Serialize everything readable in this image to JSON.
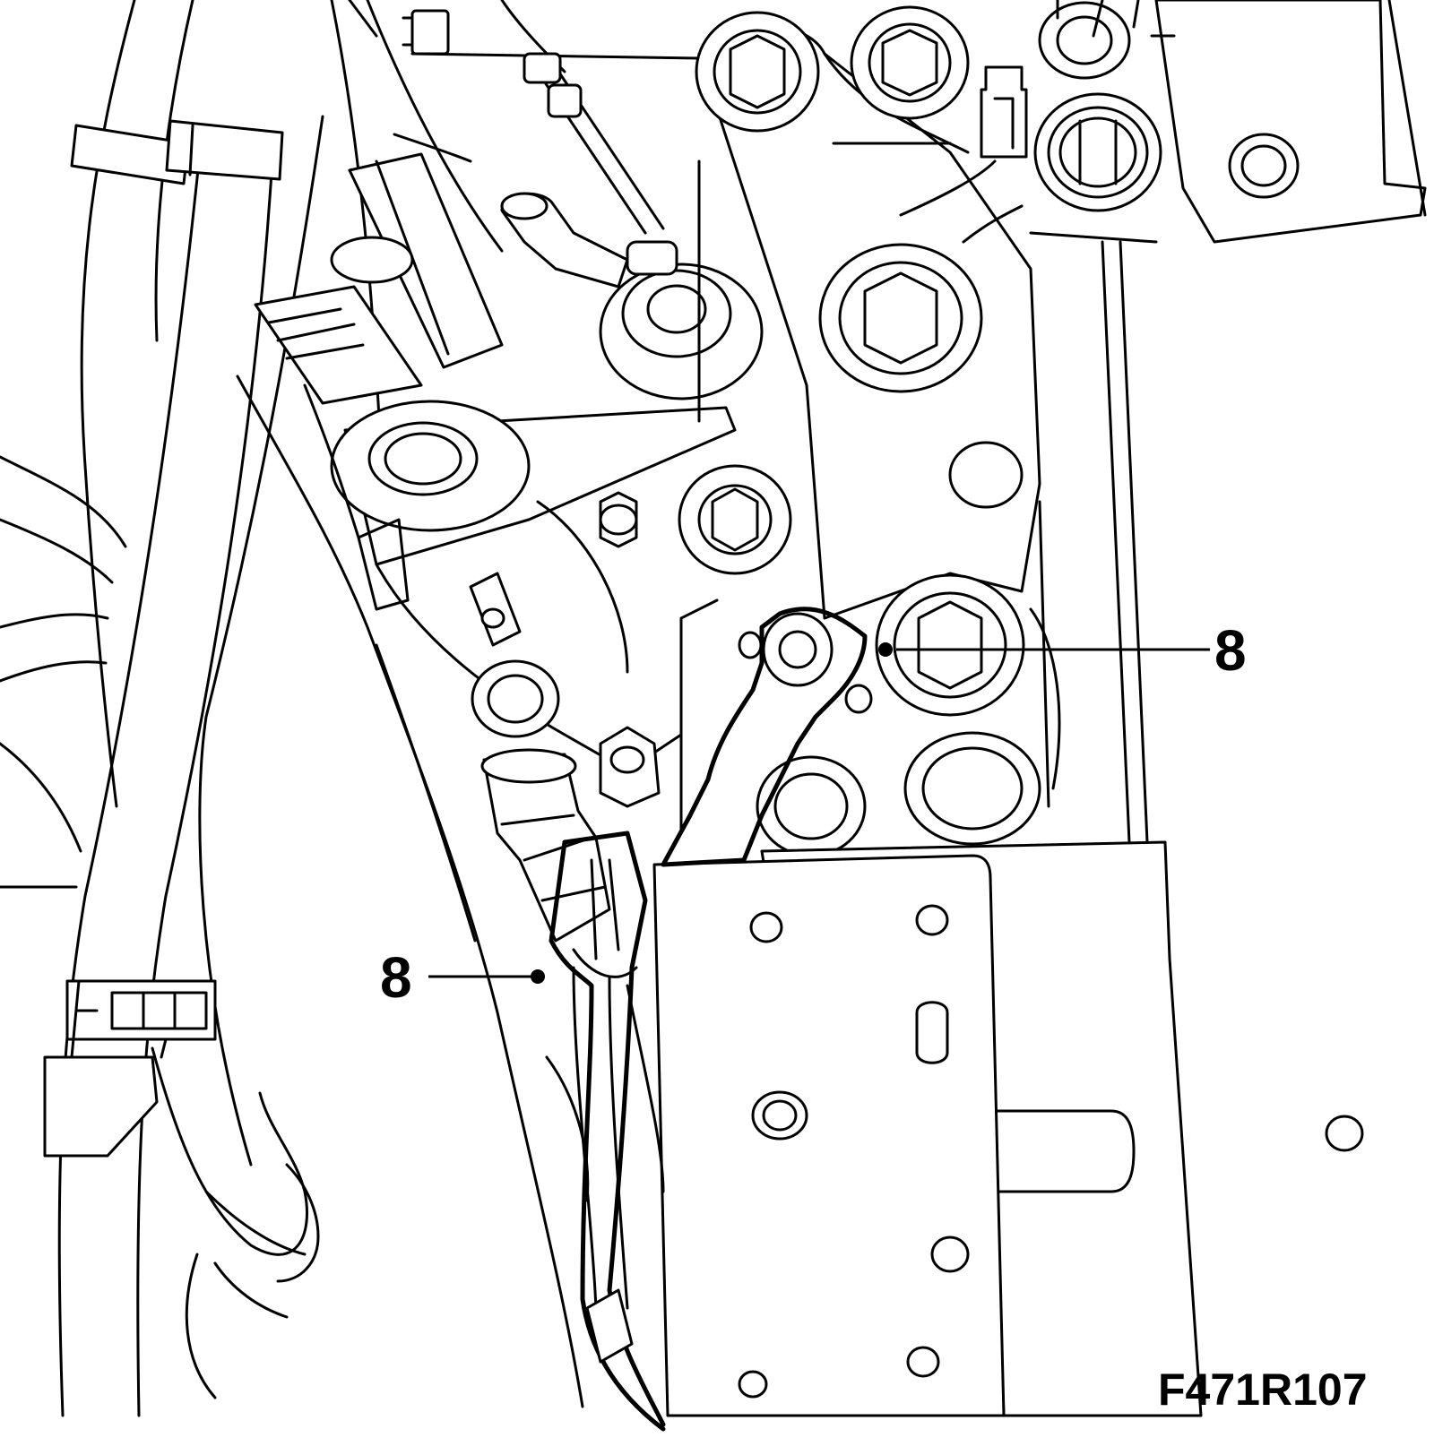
{
  "callouts": [
    {
      "id": "upper",
      "label": "8"
    },
    {
      "id": "lower",
      "label": "8"
    }
  ],
  "figure_code": "F471R107",
  "colors": {
    "ink": "#000000",
    "paper": "#ffffff"
  }
}
